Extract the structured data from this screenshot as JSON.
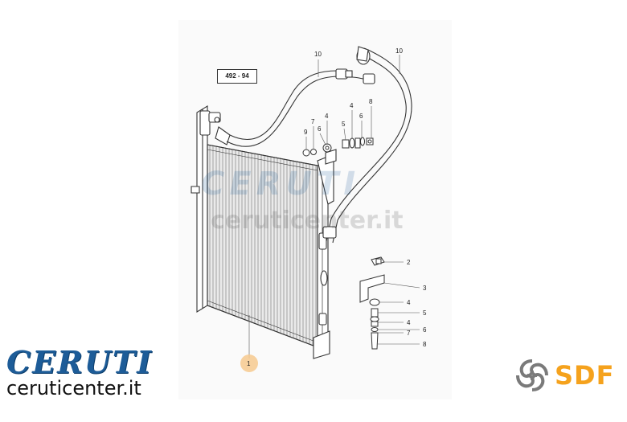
{
  "diagram": {
    "reference_code": "492 - 94",
    "callouts": {
      "c1": "1",
      "c2": "2",
      "c3": "3",
      "c4a": "4",
      "c4b": "4",
      "c4c": "4",
      "c4d": "4",
      "c5a": "5",
      "c5b": "5",
      "c6a": "6",
      "c6b": "6",
      "c6c": "6",
      "c7a": "7",
      "c7b": "7",
      "c8a": "8",
      "c8b": "8",
      "c9": "9",
      "c10a": "10",
      "c10b": "10"
    },
    "watermark": {
      "brand": "CERUTI",
      "site": "ceruticenter.it"
    }
  },
  "branding": {
    "dealer_name": "CERUTI",
    "dealer_site": "ceruticenter.it",
    "manufacturer": "SDF",
    "accent_blue": "#1d5c98",
    "accent_orange": "#f5a21d"
  }
}
